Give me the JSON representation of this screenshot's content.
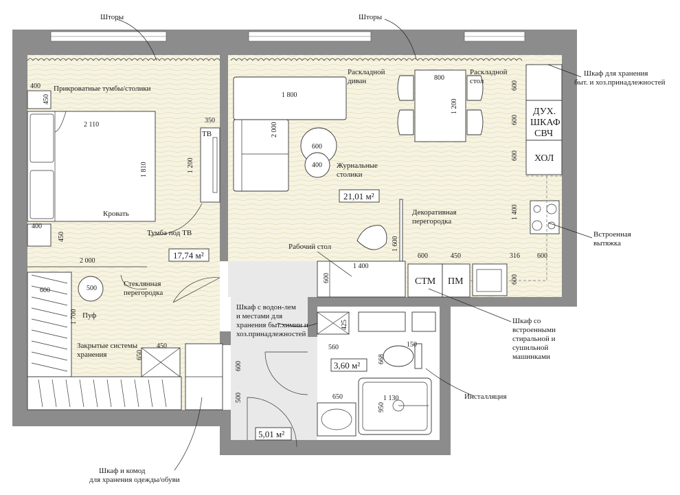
{
  "labels": {
    "curtains_left": "Шторы",
    "curtains_right": "Шторы",
    "bedside": "Прикроватные тумбы/столики",
    "bed": "Кровать",
    "tv": "ТВ",
    "tv_stand": "Тумба под ТВ",
    "sofa_1": "Раскладной",
    "sofa_2": "диван",
    "table_1": "Раскладной",
    "table_2": "стол",
    "coffee_1": "Журнальные",
    "coffee_2": "столики",
    "partition_1": "Декоративная",
    "partition_2": "перегородка",
    "desk": "Рабочий стол",
    "glass_1": "Стеклянная",
    "glass_2": "перегородка",
    "pouf": "Пуф",
    "closed_1": "Закрытые системы",
    "closed_2": "хранения",
    "heater_1": "Шкаф с водон-лем",
    "heater_2": "и местами для",
    "heater_3": "хранения быт.химии и",
    "heater_4": "хоз.принадлежностей",
    "wardrobe_1": "Шкаф и комод",
    "wardrobe_2": "для хранения одежды/обуви",
    "storage_1": "Шкаф для хранения",
    "storage_2": "быт. и хоз.принадлежностей",
    "oven_1": "ДУХ.",
    "oven_2": "ШКАФ",
    "oven_3": "СВЧ",
    "fridge": "ХОЛ",
    "hood_1": "Встроенная",
    "hood_2": "вытяжка",
    "dishwasher": "СТМ",
    "dishwasher2": "ПМ",
    "washer_1": "Шкаф со",
    "washer_2": "встроенными",
    "washer_3": "стиральной и",
    "washer_4": "сушильной",
    "washer_5": "машинками",
    "installation": "Инсталляция"
  },
  "areas": {
    "bedroom": "17,74 м²",
    "living": "21,01 м²",
    "bathroom": "3,60 м²",
    "hall": "5,01 м²"
  },
  "dims": {
    "d400a": "400",
    "d450a": "450",
    "d2110": "2 110",
    "d1810": "1 810",
    "d350": "350",
    "d1200tv": "1 200",
    "d400b": "400",
    "d450b": "450",
    "d2000p": "2 000",
    "d600w": "600",
    "d500p": "500",
    "d1700": "1 700",
    "d450c": "450",
    "d650a": "650",
    "d1800": "1 800",
    "d2000s": "2 000",
    "d600c": "600",
    "d400c": "400",
    "d800": "800",
    "d1200t": "1 200",
    "d1600": "1 600",
    "d1400d": "1 400",
    "d600d": "600",
    "k600a": "600",
    "k600b": "600",
    "k600c": "600",
    "k1400": "1 400",
    "k600d": "600",
    "b600": "600",
    "b450": "450",
    "b316": "316",
    "b600b": "600",
    "d425": "425",
    "d560": "560",
    "d150": "150",
    "d668": "668",
    "d650b": "650",
    "d1130": "1 130",
    "d950": "950",
    "d600h": "600",
    "d500h": "500"
  }
}
